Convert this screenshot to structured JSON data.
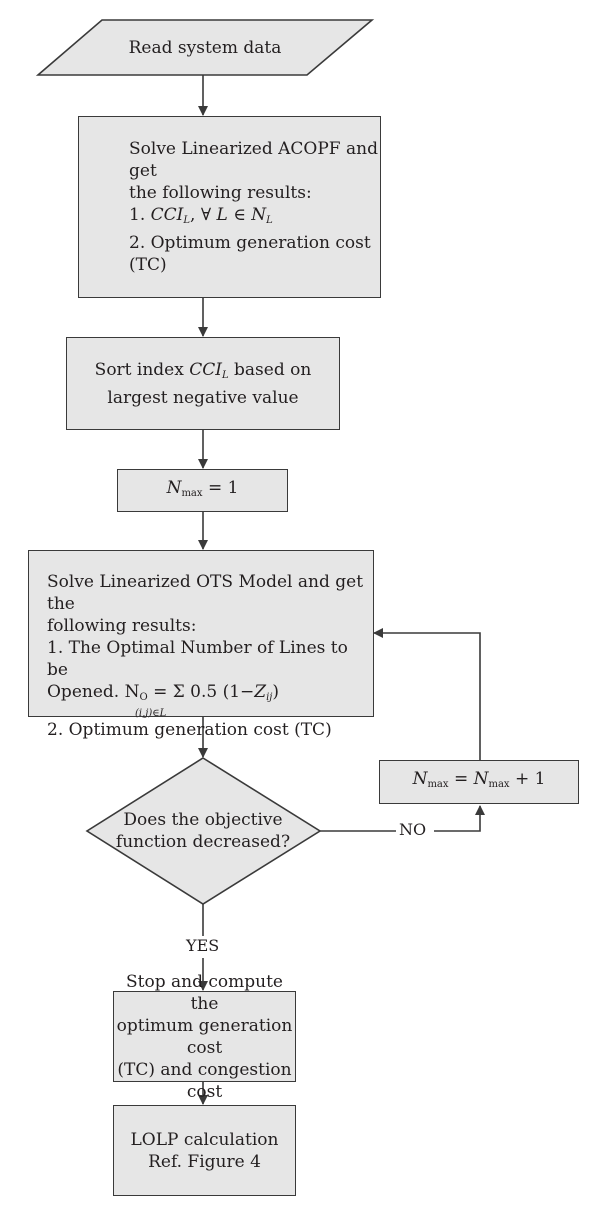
{
  "nodes": {
    "read": {
      "text": "Read system data"
    },
    "solve_acopf": {
      "line1": "Solve Linearized ACOPF and get",
      "line2": "the following results:",
      "item1_prefix": "1.",
      "item1_cci": "CCI",
      "item1_sub": "L",
      "item1_mid": ",  ∀",
      "item1_L": "L",
      "item1_in": "∈",
      "item1_N": "N",
      "item1_Nsub": "L",
      "item2": "2. Optimum generation cost (TC)"
    },
    "sort": {
      "prefix": "Sort index",
      "cci": "CCI",
      "cci_sub": "L",
      "suffix": "based on",
      "line2": "largest negative value"
    },
    "nmax_init": {
      "N": "N",
      "sub": "max",
      "rest": "= 1"
    },
    "solve_ots": {
      "line1": "Solve Linearized OTS Model and get the",
      "line2": "following results:",
      "line3": "1. The Optimal Number of Lines to be",
      "line4_prefix": "Opened. N",
      "line4_O": "O",
      "line4_formula": "= Σ 0.5 (1−",
      "line4_Z": "Z",
      "line4_Zsub": "ij",
      "line4_close": ")",
      "line4_under": "(i,j)∈L",
      "line5": "2. Optimum generation cost (TC)"
    },
    "decision": {
      "line1": "Does the objective",
      "line2": "function decreased?"
    },
    "nmax_inc": {
      "N1": "N",
      "sub1": "max",
      "eq": "=",
      "N2": "N",
      "sub2": "max",
      "rest": "+ 1"
    },
    "stop": {
      "line1": "Stop and compute the",
      "line2": "optimum generation cost",
      "line3": "(TC) and congestion cost"
    },
    "lolp": {
      "line1": "LOLP calculation",
      "line2": "Ref. Figure 4"
    }
  },
  "labels": {
    "no": "NO",
    "yes": "YES"
  },
  "colors": {
    "fill": "#e6e6e6",
    "stroke": "#3a3a3a",
    "text": "#231f20"
  }
}
